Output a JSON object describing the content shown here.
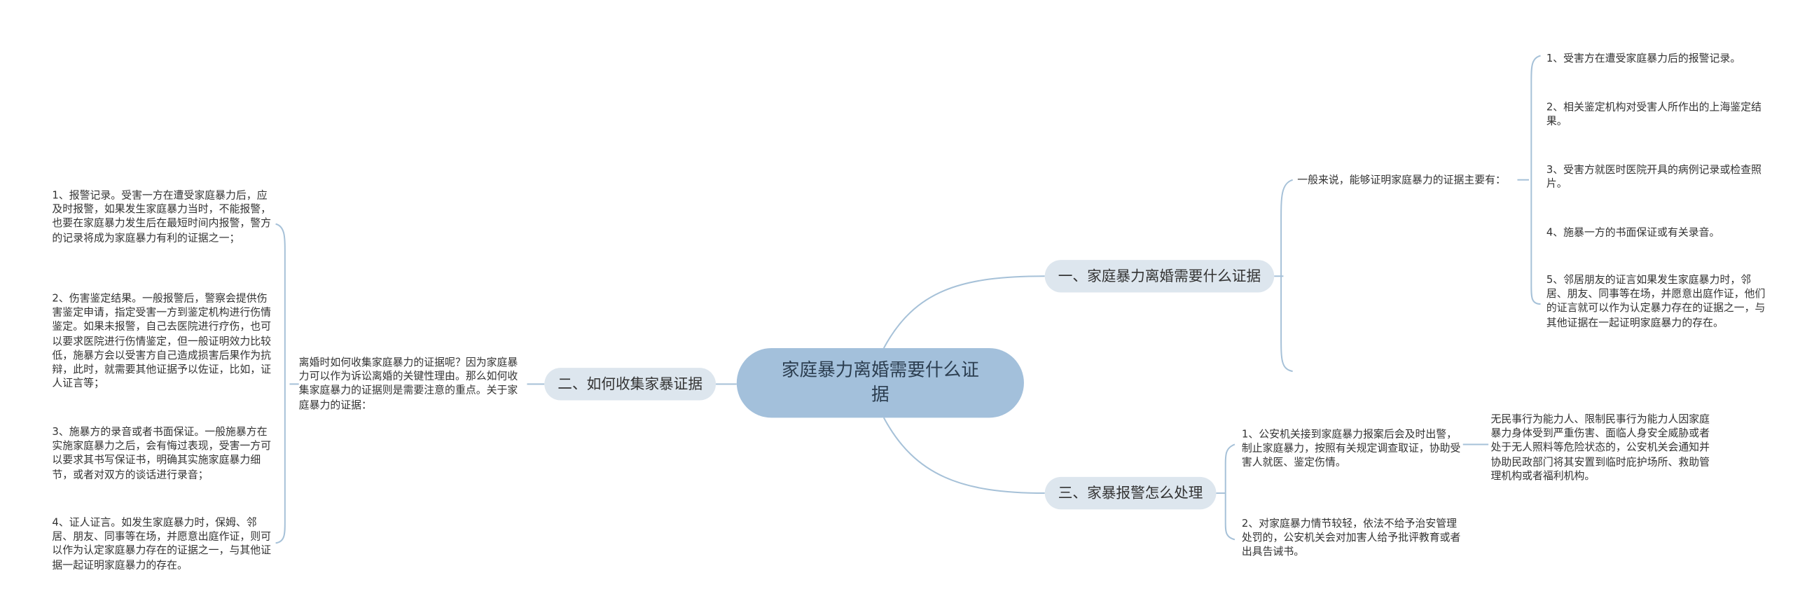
{
  "root": {
    "label": "家庭暴力离婚需要什么证据"
  },
  "branches": {
    "evidence": {
      "label": "一、家庭暴力离婚需要什么证据",
      "intro": "一般来说，能够证明家庭暴力的证据主要有：",
      "items": [
        "1、受害方在遭受家庭暴力后的报警记录。",
        "2、相关鉴定机构对受害人所作出的上海鉴定结果。",
        "3、受害方就医时医院开具的病例记录或检查照片。",
        "4、施暴一方的书面保证或有关录音。",
        "5、邻居朋友的证言如果发生家庭暴力时，邻居、朋友、同事等在场，并愿意出庭作证，他们的证言就可以作为认定暴力存在的证据之一，与其他证据在一起证明家庭暴力的存在。"
      ]
    },
    "collect": {
      "label": "二、如何收集家暴证据",
      "intro": "离婚时如何收集家庭暴力的证据呢？因为家庭暴力可以作为诉讼离婚的关键性理由。那么如何收集家庭暴力的证据则是需要注意的重点。关于家庭暴力的证据：",
      "items": [
        "1、报警记录。受害一方在遭受家庭暴力后，应及时报警，如果发生家庭暴力当时，不能报警，也要在家庭暴力发生后在最短时间内报警，警方的记录将成为家庭暴力有利的证据之一；",
        "2、伤害鉴定结果。一般报警后，警察会提供伤害鉴定申请，指定受害一方到鉴定机构进行伤情鉴定。如果未报警，自己去医院进行疗伤，也可以要求医院进行伤情鉴定，但一般证明效力比较低，施暴方会以受害方自己造成损害后果作为抗辩，此时，就需要其他证据予以佐证，比如，证人证言等；",
        "3、施暴方的录音或者书面保证。一般施暴方在实施家庭暴力之后，会有悔过表现，受害一方可以要求其书写保证书，明确其实施家庭暴力细节，或者对双方的谈话进行录音；",
        "4、证人证言。如发生家庭暴力时，保姆、邻居、朋友、同事等在场，并愿意出庭作证，则可以作为认定家庭暴力存在的证据之一，与其他证据一起证明家庭暴力的存在。"
      ]
    },
    "police": {
      "label": "三、家暴报警怎么处理",
      "items": [
        "1、公安机关接到家庭暴力报案后会及时出警，制止家庭暴力，按照有关规定调查取证，协助受害人就医、鉴定伤情。",
        "2、对家庭暴力情节较轻，依法不给予治安管理处罚的，公安机关会对加害人给予批评教育或者出具告诫书。"
      ],
      "detail": "无民事行为能力人、限制民事行为能力人因家庭暴力身体受到严重伤害、面临人身安全威胁或者处于无人照料等危险状态的，公安机关会通知并协助民政部门将其安置到临时庇护场所、救助管理机构或者福利机构。"
    }
  }
}
